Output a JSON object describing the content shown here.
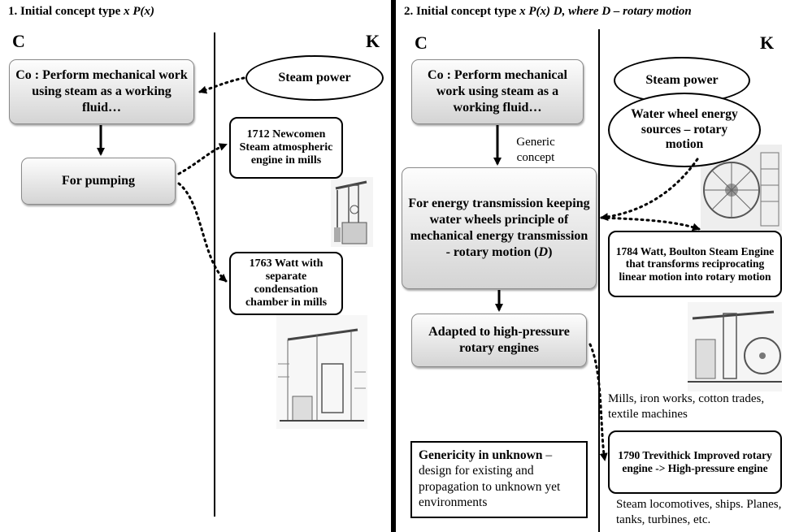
{
  "left_panel": {
    "title_prefix": "1. Initial concept type ",
    "title_formula": "x P(x)",
    "c_label": "C",
    "k_label": "K",
    "concept_co": "Co : Perform mechanical work using steam as a working fluid…",
    "concept_pumping": "For pumping",
    "steam_power": "Steam power",
    "knowledge_newcomen": "1712 Newcomen Steam atmospheric engine in mills",
    "knowledge_watt": "1763 Watt with separate condensation chamber in mills"
  },
  "right_panel": {
    "title_prefix": "2. Initial concept type ",
    "title_formula": "x P(x) D, where D – rotary motion",
    "c_label": "C",
    "k_label": "K",
    "concept_co": "Co : Perform mechanical work using steam as a working fluid…",
    "generic_label": "Generic concept",
    "concept_transmission_main": "For energy transmission keeping water wheels principle of mechanical energy transmission - rotary motion (",
    "concept_transmission_d": "D",
    "concept_transmission_end": ")",
    "concept_adapted": "Adapted to high-pressure rotary engines",
    "genericity_bold": "Genericity in unknown",
    "genericity_text": " – design for existing and propagation to unknown yet environments",
    "steam_power": "Steam power",
    "water_wheel": "Water wheel energy sources – rotary motion",
    "knowledge_watt_boulton": "1784 Watt, Boulton Steam Engine that transforms reciprocating linear motion into rotary motion",
    "applications_1": "Mills, iron works, cotton trades, textile machines",
    "knowledge_trevithick": "1790 Trevithick Improved rotary engine  -> High-pressure engine",
    "applications_2": "Steam locomotives, ships. Planes, tanks, turbines, etc."
  },
  "colors": {
    "line": "#000000",
    "box_gradient_top": "#fdfdfd",
    "box_gradient_bottom": "#d4d4d4"
  },
  "icons": [
    "engine-engraving",
    "water-wheel-engraving",
    "beam-engine-engraving"
  ]
}
